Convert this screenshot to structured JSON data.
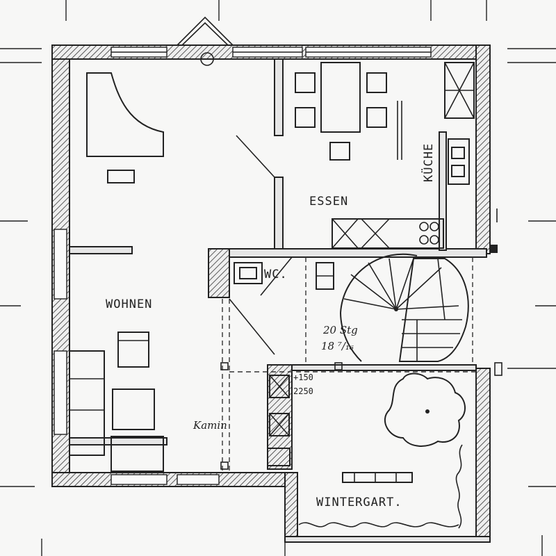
{
  "rooms": {
    "wohnen": "WOHNEN",
    "essen": "ESSEN",
    "kueche": "KÜCHE",
    "wc": "WC.",
    "kamin": "Kamin",
    "wintergarten": "WINTERGART."
  },
  "stairs": {
    "steps_label": "20 Stg",
    "riser_label": "18 ⁷/₁₆"
  },
  "dimensions": {
    "height_1": "+150",
    "height_2": "2250"
  },
  "style": {
    "line_color": "#222222",
    "paper_color": "#f7f7f6"
  }
}
